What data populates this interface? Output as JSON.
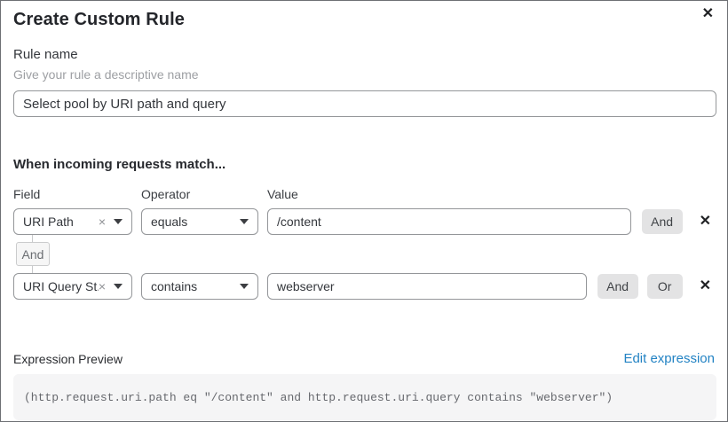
{
  "dialog": {
    "title": "Create Custom Rule",
    "close_icon": "✕"
  },
  "rule_name": {
    "label": "Rule name",
    "helper": "Give your rule a descriptive name",
    "value": "Select pool by URI path and query"
  },
  "matcher": {
    "heading": "When incoming requests match...",
    "columns": {
      "field": "Field",
      "operator": "Operator",
      "value": "Value"
    },
    "connector_label": "And",
    "clear_icon": "×",
    "remove_icon": "✕",
    "rows": [
      {
        "field": "URI Path",
        "operator": "equals",
        "value": "/content",
        "and_button": "And"
      },
      {
        "field": "URI Query St...",
        "operator": "contains",
        "value": "webserver",
        "and_button": "And",
        "or_button": "Or"
      }
    ]
  },
  "expression": {
    "label": "Expression Preview",
    "edit_link": "Edit expression",
    "code": "(http.request.uri.path eq \"/content\" and http.request.uri.query contains \"webserver\")"
  },
  "colors": {
    "link_blue": "#2383c4",
    "button_gray": "#e3e3e4",
    "code_background": "#f5f5f6",
    "border_gray": "#949699"
  }
}
